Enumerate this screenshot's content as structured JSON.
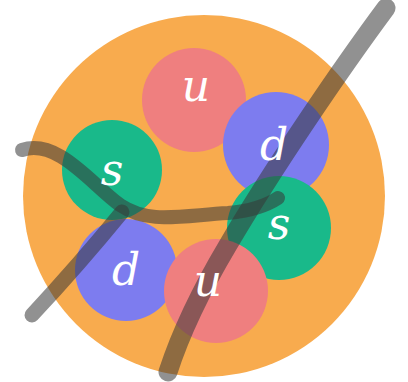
{
  "diagram": {
    "nodes": [
      {
        "text": [
          "u"
        ]
      },
      {
        "text": [
          "d"
        ]
      },
      {
        "text": [
          "s"
        ]
      },
      {
        "text": [
          "s"
        ]
      },
      {
        "text": [
          "d"
        ]
      },
      {
        "text": [
          "u"
        ]
      }
    ]
  }
}
